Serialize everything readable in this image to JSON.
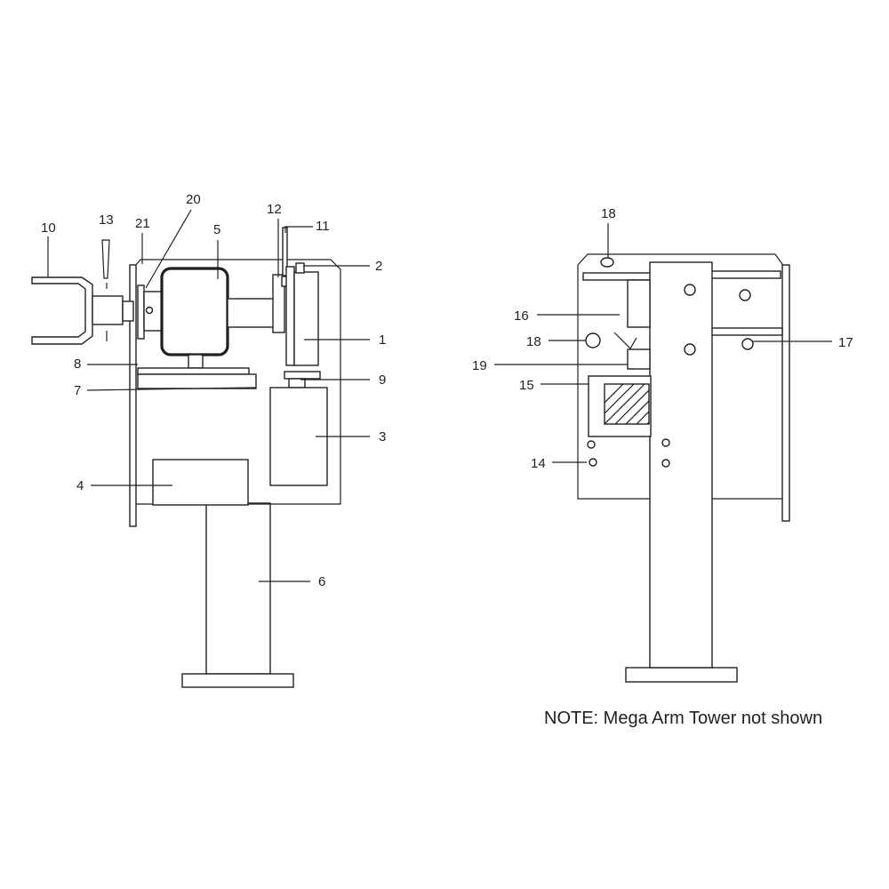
{
  "left_view": {
    "labels": {
      "p1": "1",
      "p2": "2",
      "p3": "3",
      "p4": "4",
      "p5": "5",
      "p6": "6",
      "p7": "7",
      "p8": "8",
      "p9": "9",
      "p10": "10",
      "p11": "11",
      "p12": "12",
      "p13": "13",
      "p20": "20",
      "p21": "21"
    }
  },
  "right_view": {
    "labels": {
      "p14": "14",
      "p15": "15",
      "p16": "16",
      "p17": "17",
      "p18_top": "18",
      "p18_side": "18",
      "p19": "19"
    }
  },
  "note": "NOTE: Mega Arm Tower not shown",
  "colors": {
    "line": "#231f20",
    "background": "#ffffff"
  }
}
